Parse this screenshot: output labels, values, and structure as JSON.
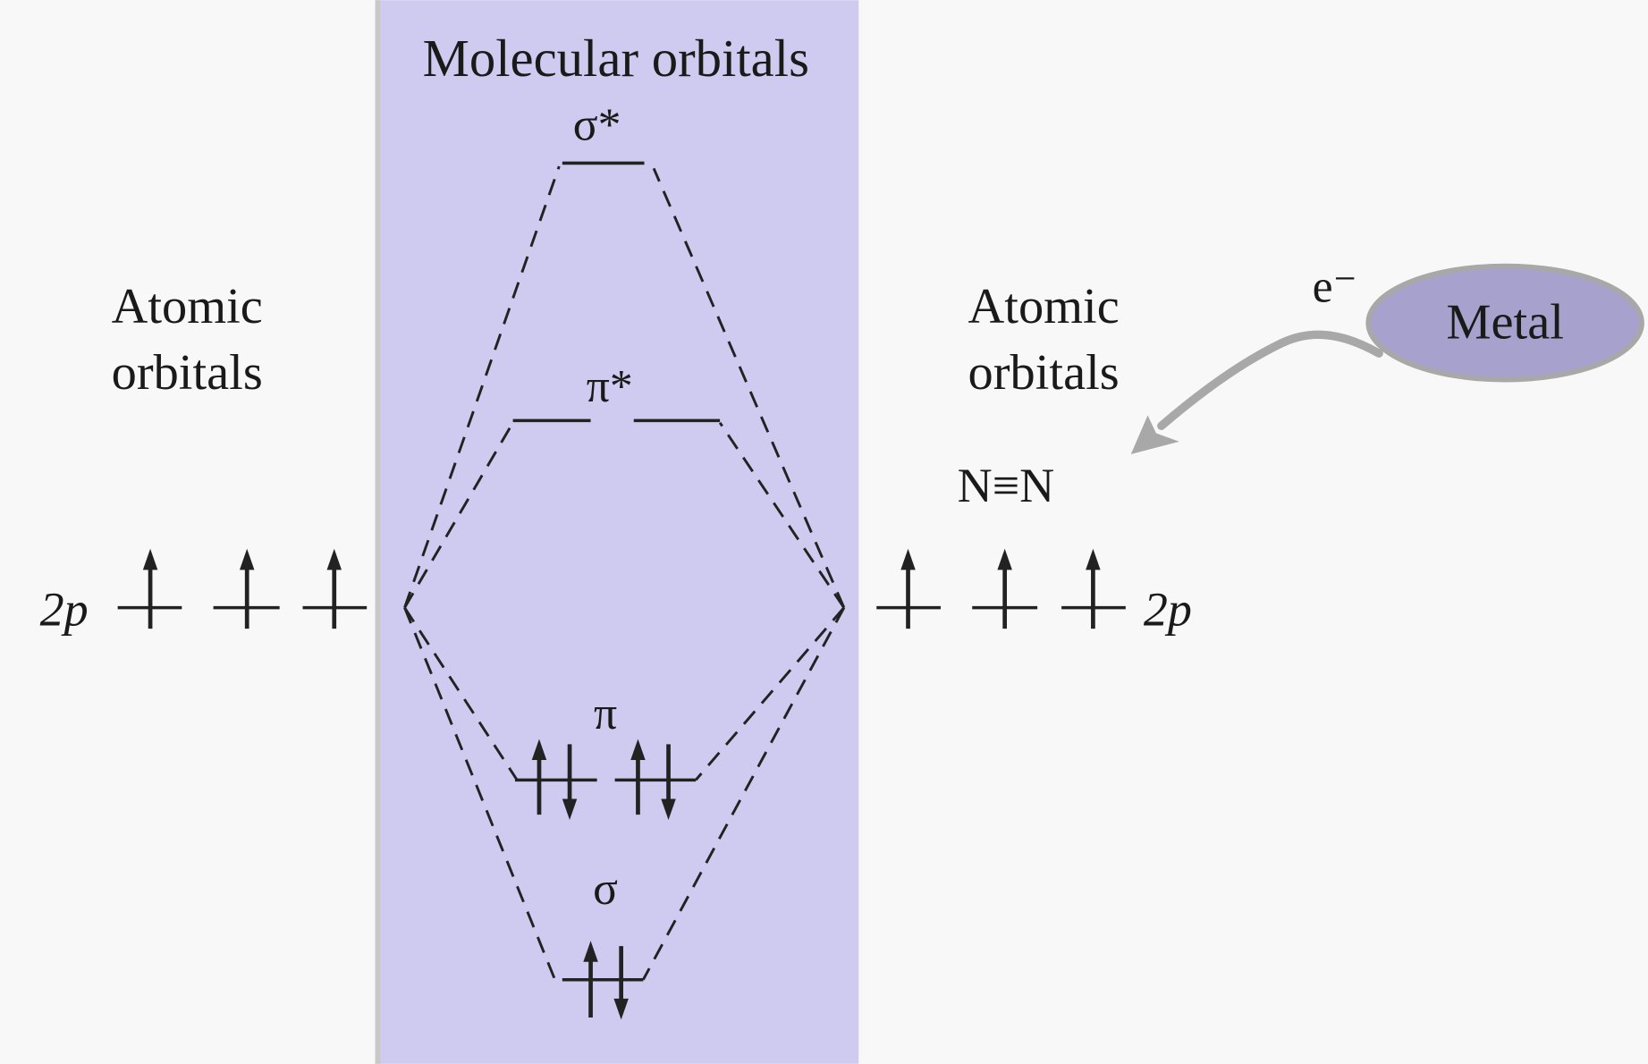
{
  "title": "Molecular orbitals",
  "left_label": {
    "line1": "Atomic",
    "line2": "orbitals"
  },
  "right_label": {
    "line1": "Atomic",
    "line2": "orbitals"
  },
  "left_orbital": "2p",
  "right_orbital": "2p",
  "mo_labels": {
    "sigma_star": "σ*",
    "pi_star": "π*",
    "pi": "π",
    "sigma": "σ"
  },
  "molecule": "N≡N",
  "metal": {
    "label": "Metal",
    "electron": "e⁻"
  },
  "colors": {
    "background": "#f8f8f8",
    "mo_band": "#cfcbf0",
    "metal_fill": "#a7a1cd",
    "arrow": "#a8a8a8"
  }
}
